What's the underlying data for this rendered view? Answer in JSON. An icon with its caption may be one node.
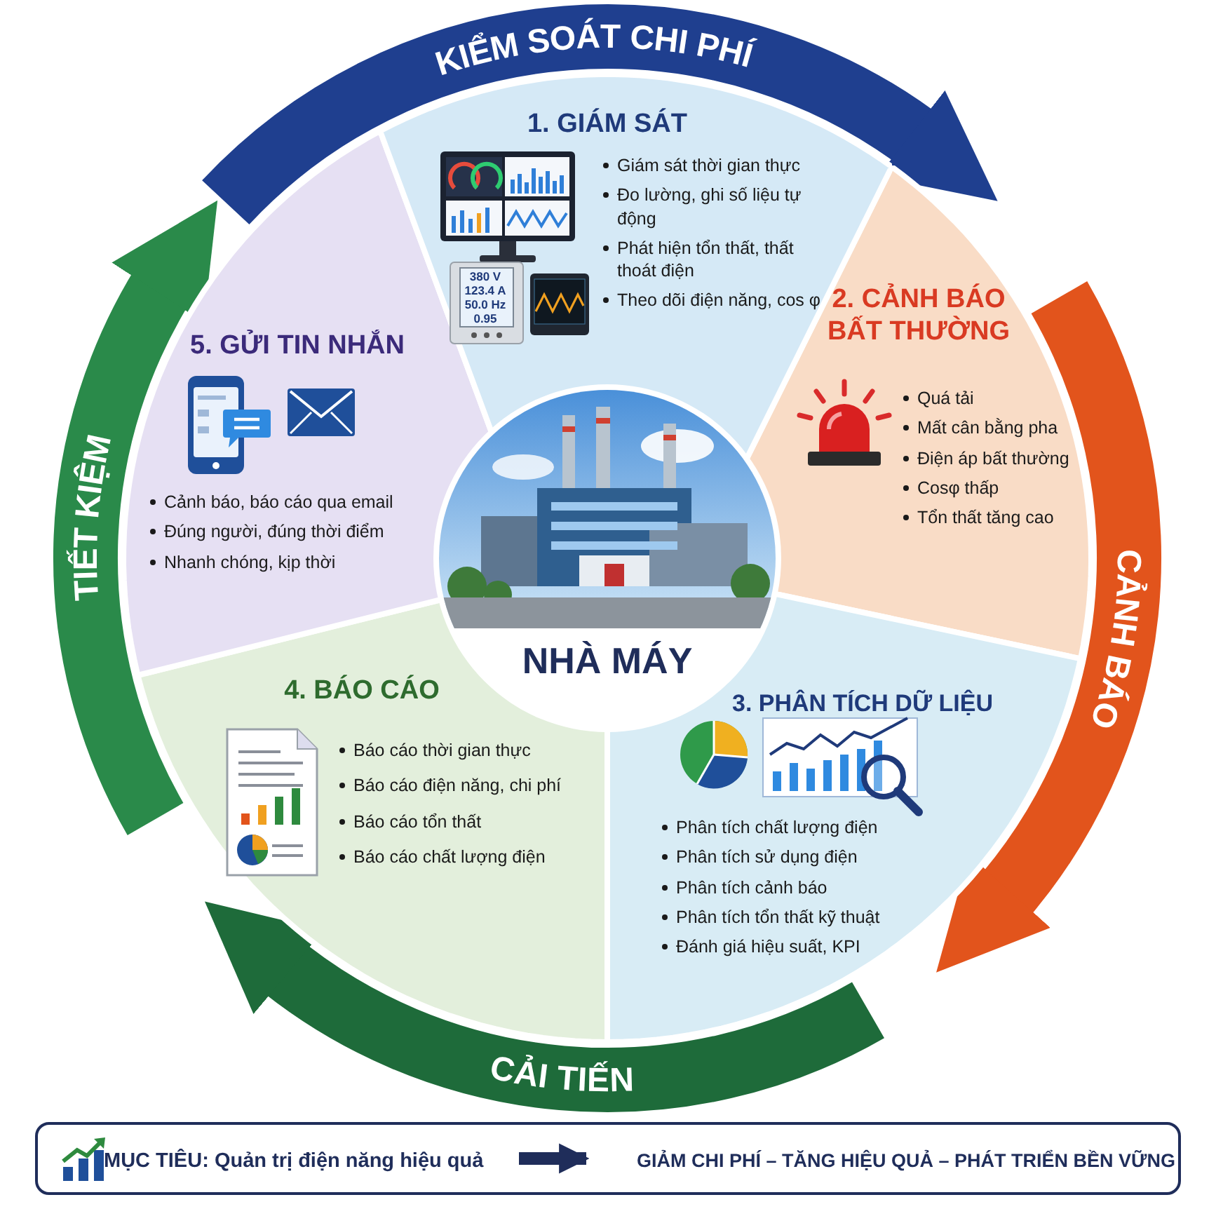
{
  "diagram": {
    "nodes": [
      {
        "text": [
          "NHÀ MÁY"
        ]
      },
      {
        "text": [
          "1. GIÁM SÁT",
          "Giám sát thời gian thực",
          "Đo lường, ghi số liệu tự động",
          "Phát hiện tổn thất, thất thoát điện",
          "Theo dõi điện năng, cos φ"
        ]
      },
      {
        "text": [
          "2. CẢNH BÁO BẤT THƯỜNG",
          "Quá tải",
          "Mất cân bằng pha",
          "Điện áp bất thường",
          "Cosφ thấp",
          "Tổn thất tăng cao"
        ]
      },
      {
        "text": [
          "3. PHÂN TÍCH DỮ LIỆU",
          "Phân tích chất lượng điện",
          "Phân tích sử dụng điện",
          "Phân tích cảnh báo",
          "Phân tích tổn thất kỹ thuật",
          "Đánh giá hiệu suất, KPI"
        ]
      },
      {
        "text": [
          "4. BÁO CÁO",
          "Báo cáo thời gian thực",
          "Báo cáo điện năng, chi phí",
          "Báo cáo tổn thất",
          "Báo cáo chất lượng điện"
        ]
      },
      {
        "text": [
          "5. GỬI TIN NHẮN",
          "Cảnh báo, báo cáo qua email",
          "Đúng người, đúng thời điểm",
          "Nhanh chóng, kịp thời"
        ]
      },
      {
        "text": [],
        "shape": "box"
      },
      {
        "text": [
          "**MỤC TIÊU:** Quản trị điện năng hiệu quả"
        ],
        "in": 6
      },
      {
        "text": [
          "GIẢM CHI PHÍ – TĂNG HIỆU QUẢ – PHÁT TRIỂN BỀN VỮNG"
        ],
        "in": 6
      }
    ],
    "edges": [
      {
        "from": 7,
        "to": 8,
        "arrow": "to"
      }
    ],
    "labels": [
      "KIỂM SOÁT CHI PHÍ",
      "TIẾT KIỆM",
      "CẢNH BÁO",
      "CẢI TIẾN",
      "380 V",
      "123.4 A",
      "50.0 Hz",
      "0.95"
    ]
  }
}
